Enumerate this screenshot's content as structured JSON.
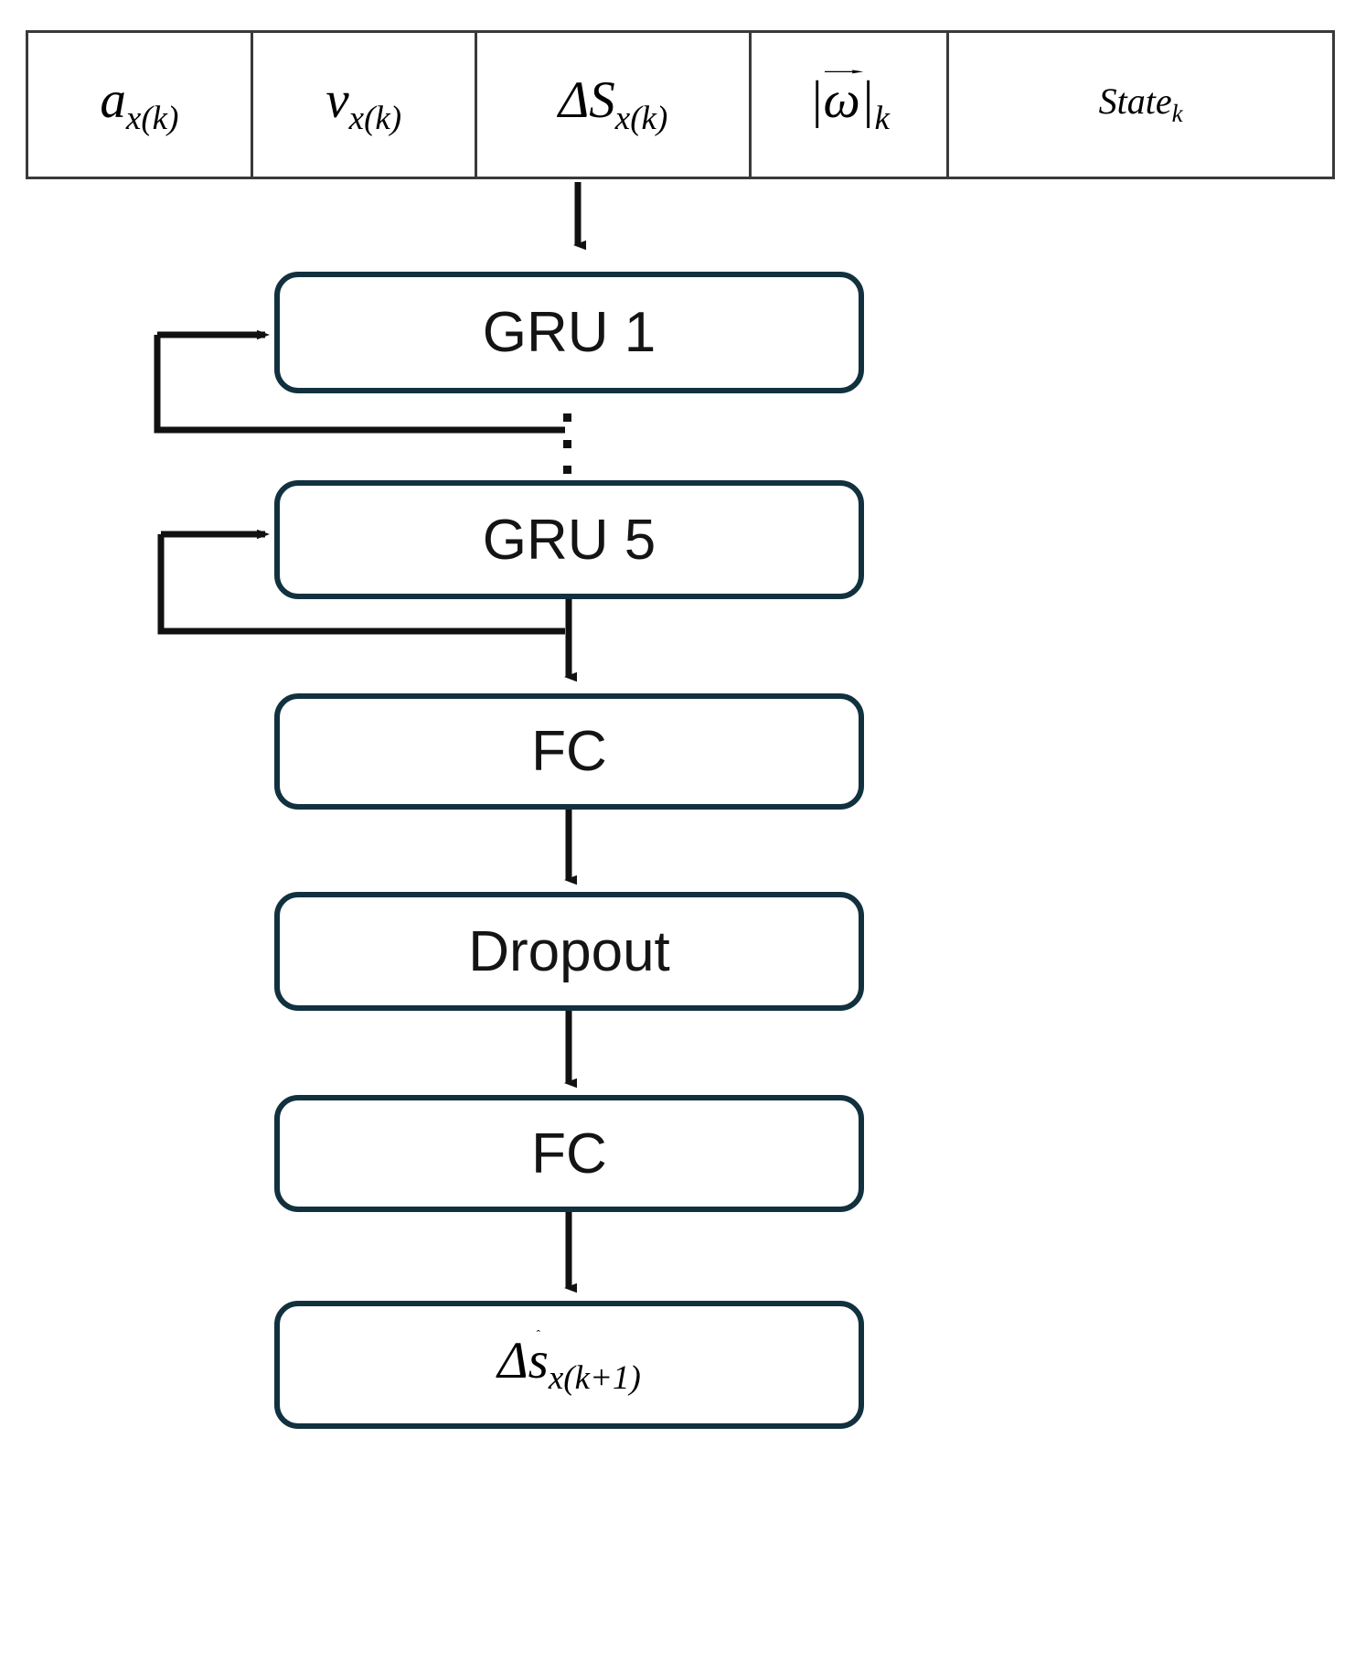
{
  "diagram": {
    "title": "GRU network architecture block diagram",
    "accent_color": "#12313f",
    "table_border_color": "#3a3a3a",
    "arrow_color": "#111111",
    "background": "#ffffff",
    "input_table": {
      "cells": [
        {
          "base": "a",
          "sub": "x(k)",
          "name": "longitudinal-acceleration"
        },
        {
          "base": "v",
          "sub": "x(k)",
          "name": "longitudinal-velocity"
        },
        {
          "base": "ΔS",
          "sub": "x(k)",
          "name": "longitudinal-displacement-delta"
        },
        {
          "base": "|ω|",
          "sub": "k",
          "name": "angular-rate-magnitude"
        },
        {
          "base": "State",
          "sub": "k",
          "name": "state"
        }
      ]
    },
    "layers": [
      {
        "label": "GRU 1",
        "name": "gru-1"
      },
      {
        "label": "GRU 5",
        "name": "gru-5"
      },
      {
        "label": "FC",
        "name": "fc-1"
      },
      {
        "label": "Dropout",
        "name": "dropout"
      },
      {
        "label": "FC",
        "name": "fc-2"
      }
    ],
    "output": {
      "base": "Δŝ",
      "sub": "x(k+1)",
      "name": "predicted-displacement-delta"
    },
    "ellipsis": "⋮"
  }
}
